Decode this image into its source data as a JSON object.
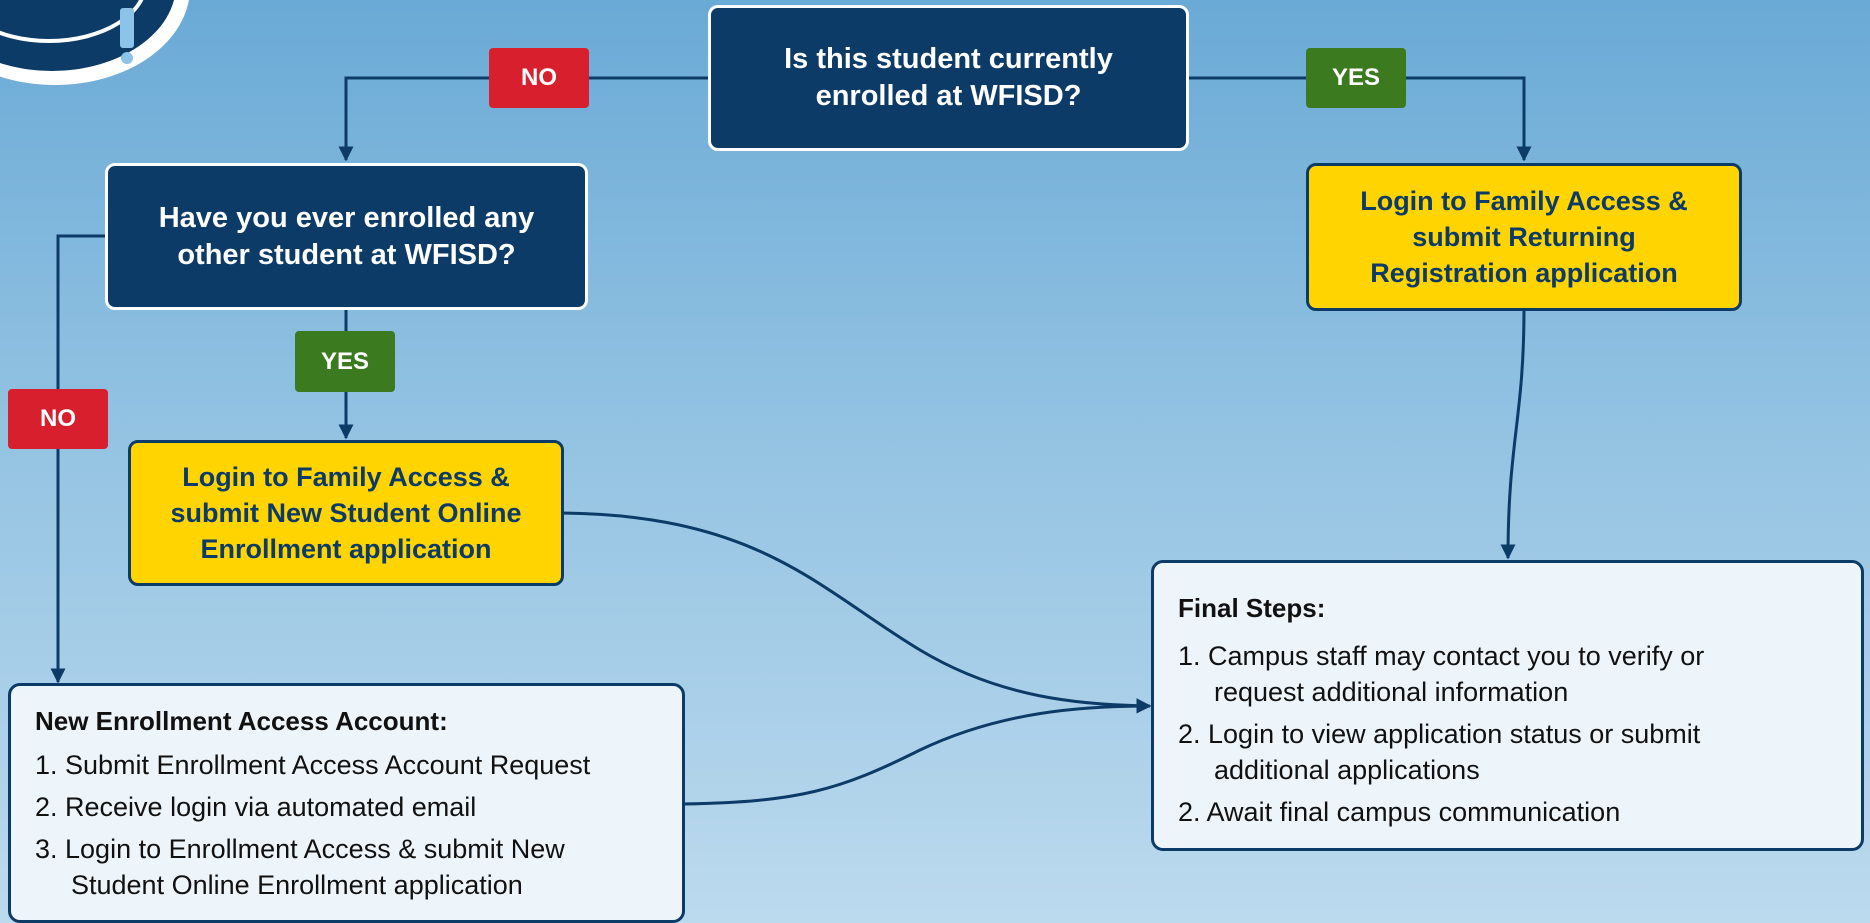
{
  "q1": {
    "text": "Is this student currently enrolled at WFISD?"
  },
  "q2": {
    "text": "Have you ever enrolled any other student at WFISD?"
  },
  "labels": {
    "no": "NO",
    "yes": "YES"
  },
  "returning": {
    "text": "Login to Family Access & submit Returning Registration application"
  },
  "new_online": {
    "text": "Login to Family Access & submit New Student Online Enrollment application"
  },
  "new_account": {
    "title": "New Enrollment Access Account:",
    "steps": [
      "1. Submit Enrollment Access Account Request",
      "2. Receive login via automated email",
      "3. Login to Enrollment Access & submit New Student Online Enrollment application"
    ]
  },
  "final": {
    "title": "Final Steps:",
    "steps": [
      "1. Campus staff may contact you to verify or request additional information",
      "2. Login to view application status or submit additional applications",
      "2. Await final campus communication"
    ]
  },
  "colors": {
    "navy": "#0d3b68",
    "gold": "#ffd400",
    "no_red": "#d81f2e",
    "yes_green": "#3c7a1f",
    "panel": "#edf5fb"
  }
}
